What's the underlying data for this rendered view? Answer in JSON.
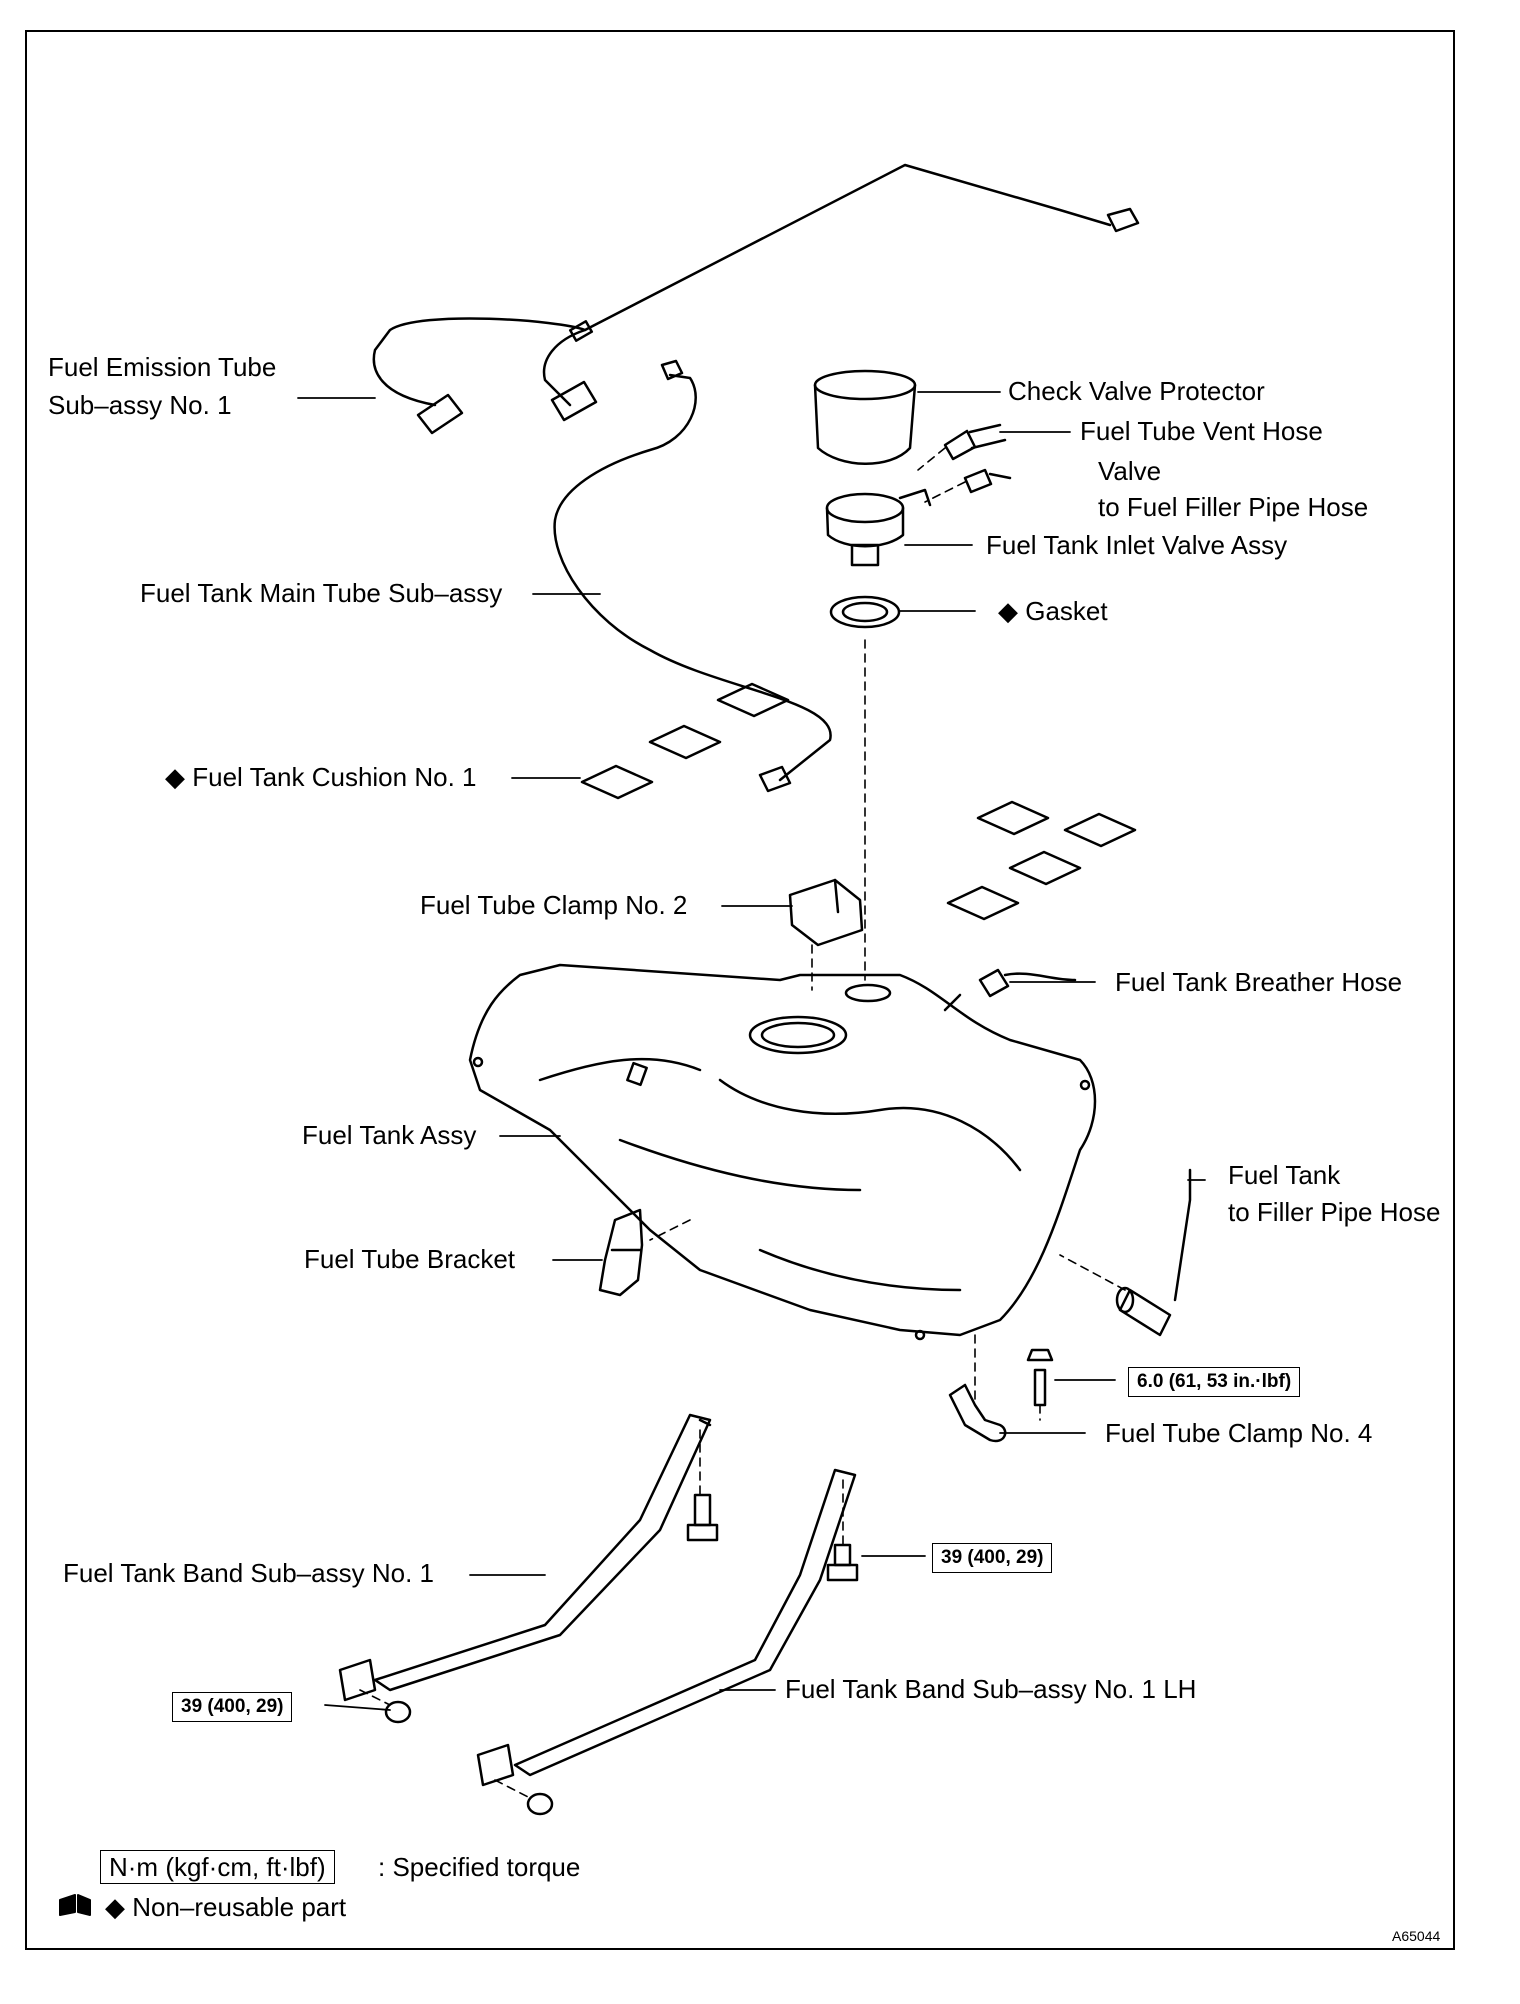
{
  "labels": {
    "emission_tube_1": "Fuel Emission Tube",
    "emission_tube_2": "Sub–assy No. 1",
    "main_tube": "Fuel Tank Main Tube Sub–assy",
    "cushion_no1": "Fuel Tank Cushion No. 1",
    "clamp_no2": "Fuel Tube Clamp No. 2",
    "tank_assy": "Fuel Tank Assy",
    "tube_bracket": "Fuel Tube Bracket",
    "band_no1": "Fuel Tank Band Sub–assy No. 1",
    "band_no1_lh": "Fuel Tank Band Sub–assy No. 1 LH",
    "check_valve_protector": "Check Valve Protector",
    "vent_hose": "Fuel Tube Vent Hose",
    "valve_hose_1": "Valve",
    "valve_hose_2": "to Fuel Filler Pipe Hose",
    "inlet_valve": "Fuel Tank Inlet Valve Assy",
    "gasket": "Gasket",
    "breather_hose": "Fuel Tank Breather Hose",
    "filler_hose_1": "Fuel Tank",
    "filler_hose_2": "to Filler Pipe Hose",
    "clamp_no4": "Fuel Tube Clamp No. 4"
  },
  "torques": {
    "clamp_bolt": "6.0 (61, 53 in.·lbf)",
    "band_bolt_right": "39 (400, 29)",
    "band_bolt_left": "39 (400, 29)"
  },
  "legend": {
    "torque_unit": "N·m (kgf·cm, ft·lbf)",
    "torque_text": ": Specified torque",
    "nonreusable_text": "Non–reusable part",
    "diamond": "◆"
  },
  "figure_id": "A65044"
}
